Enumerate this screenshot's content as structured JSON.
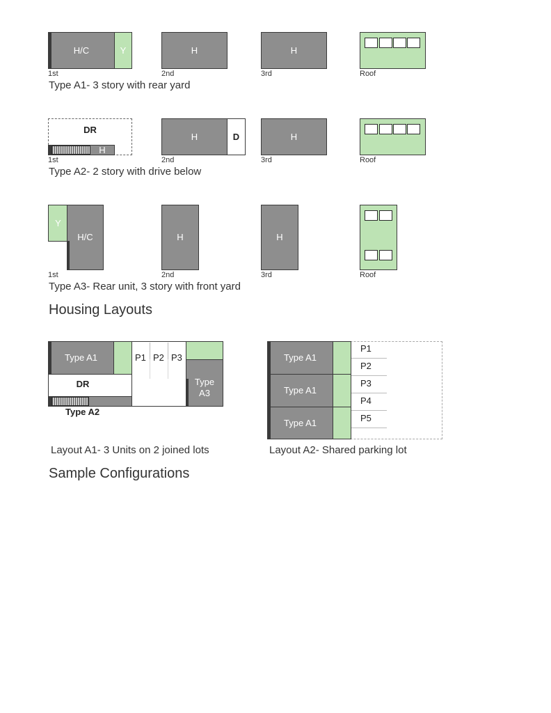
{
  "floor_labels": {
    "first": "1st",
    "second": "2nd",
    "third": "3rd",
    "roof": "Roof"
  },
  "unit_labels": {
    "hc": "H/C",
    "h": "H",
    "y": "Y",
    "dr": "DR",
    "d": "D"
  },
  "types": {
    "a1": {
      "caption": "Type A1- 3 story with rear yard"
    },
    "a2": {
      "caption": "Type A2- 2 story with drive below"
    },
    "a3": {
      "caption": "Type A3- Rear unit, 3 story with front yard"
    }
  },
  "housing_layouts_heading": "Housing Layouts",
  "layouts": {
    "a1": {
      "type_a1": "Type A1",
      "type_a2": "Type A2",
      "type_a3_line1": "Type",
      "type_a3_line2": "A3",
      "dr": "DR",
      "parking": [
        "P1",
        "P2",
        "P3"
      ],
      "caption": "Layout A1- 3 Units on 2 joined lots"
    },
    "a2": {
      "units": [
        "Type A1",
        "Type A1",
        "Type A1"
      ],
      "parking": [
        "P1",
        "P2",
        "P3",
        "P4",
        "P5"
      ],
      "caption": "Layout A2- Shared parking lot"
    }
  },
  "sample_configurations_heading": "Sample Configurations",
  "colors": {
    "house": "#8e8e8e",
    "yard": "#bde3b4",
    "wall": "#3a3a3a"
  }
}
